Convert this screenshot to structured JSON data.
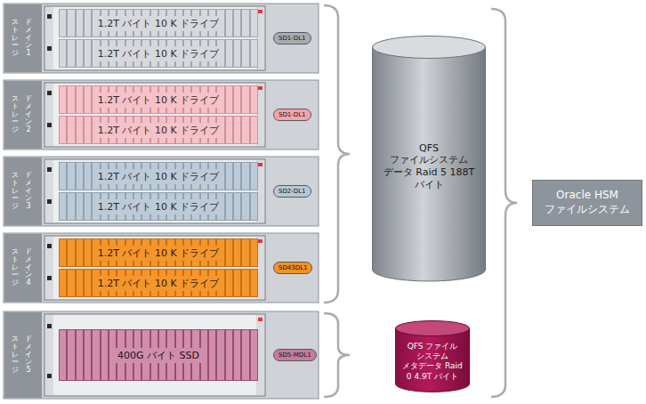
{
  "diagram": {
    "nodes": [
      {
        "text": [
          "ストレージ",
          "ドメイン 1"
        ]
      },
      {
        "text": [
          "1.2T バイト 10 K ドライブ"
        ],
        "in": 0
      },
      {
        "text": [
          "1.2T バイト 10 K ドライブ"
        ],
        "in": 0
      },
      {
        "text": [
          "SD1-DL1"
        ],
        "in": 0
      },
      {
        "text": [
          "ストレージ",
          "ドメイン 2"
        ]
      },
      {
        "text": [
          "1.2T バイト 10 K ドライブ"
        ],
        "in": 4
      },
      {
        "text": [
          "1.2T バイト 10 K ドライブ"
        ],
        "in": 4
      },
      {
        "text": [
          "SD1-DL1"
        ],
        "in": 4
      },
      {
        "text": [
          "ストレージ",
          "ドメイン 3"
        ]
      },
      {
        "text": [
          "1.2T バイト 10 K ドライブ"
        ],
        "in": 8
      },
      {
        "text": [
          "1.2T バイト 10 K ドライブ"
        ],
        "in": 8
      },
      {
        "text": [
          "SD2-DL1"
        ],
        "in": 8
      },
      {
        "text": [
          "ストレージ",
          "ドメイン 4"
        ]
      },
      {
        "text": [
          "1.2T バイト 10 K ドライブ"
        ],
        "in": 12
      },
      {
        "text": [
          "1.2T バイト 10 K ドライブ"
        ],
        "in": 12
      },
      {
        "text": [
          "SD43DL1"
        ],
        "in": 12
      },
      {
        "text": [
          "ストレージ",
          "ドメイン 5"
        ]
      },
      {
        "text": [
          "400G バイト SSD"
        ],
        "in": 16
      },
      {
        "text": [
          "SD5-MDL1"
        ],
        "in": 16
      },
      {
        "text": [
          "QFS ファイルシステム データ Raid 5 188T バイト"
        ]
      },
      {
        "text": [
          "QFS ファイル システム メタデータ Raid 0 4.9T バイト"
        ]
      },
      {
        "text": [
          "Oracle HSM ファイルシステム"
        ]
      }
    ]
  }
}
